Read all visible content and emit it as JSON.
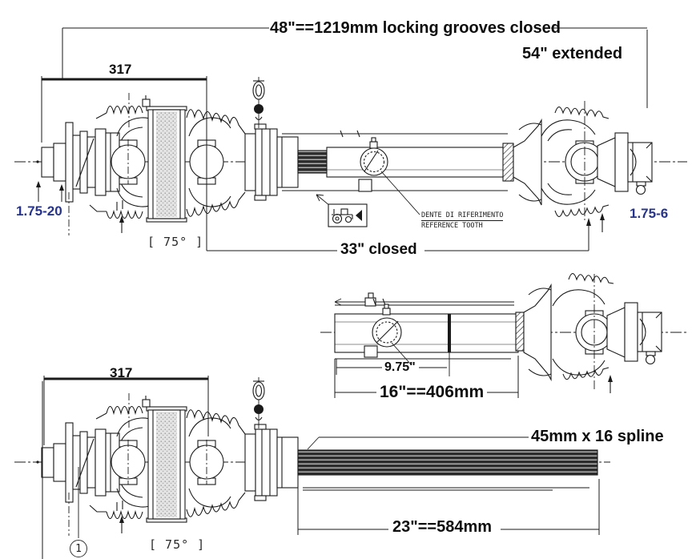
{
  "dims": {
    "overall_closed": "48\"==1219mm locking grooves closed",
    "extended": "54\" extended",
    "hub_top": "317",
    "closed": "33\" closed",
    "tube_offset": "9.75\"",
    "tube": "16\"==406mm",
    "hub_bottom": "317",
    "spline_bar": "23\"==584mm"
  },
  "labels": {
    "left_end_spline": "1.75-20",
    "right_end_spline": "1.75-6",
    "spline_spec": "45mm x 16 spline",
    "angle_top": "[ 75° ]",
    "angle_bottom": "[ 75° ]",
    "ref_tooth_line1": "DENTE DI RIFERIMENTO",
    "ref_tooth_line2": "REFERENCE TOOTH",
    "callout_1": "1"
  },
  "icons": {
    "tractor_box": "tractor-direction-icon"
  },
  "colors": {
    "line": "#1a1a1a",
    "spline_label_blue": "#27348b",
    "background": "#ffffff"
  }
}
